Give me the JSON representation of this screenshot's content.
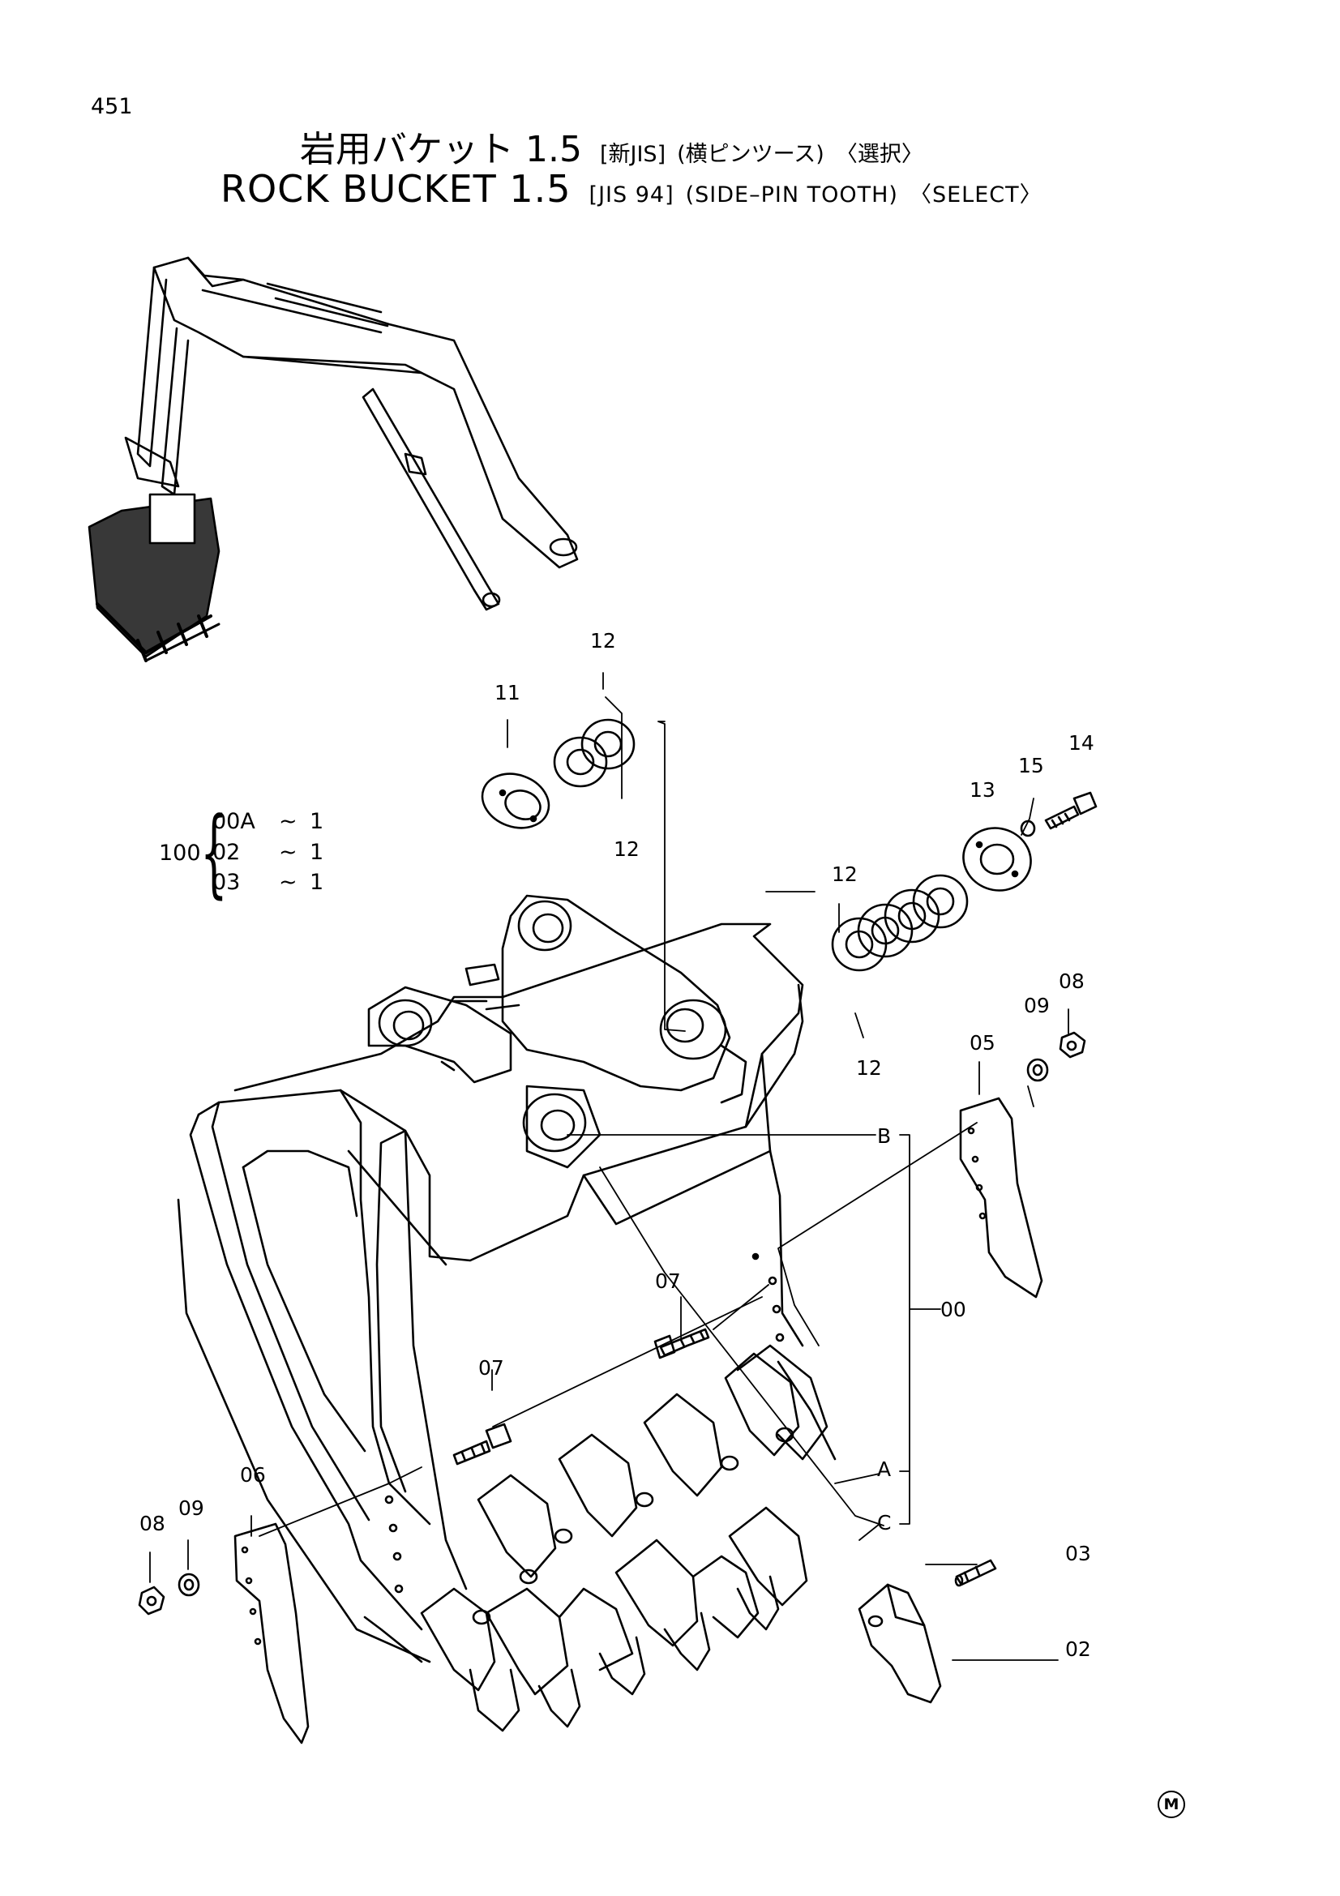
{
  "page_number": "451",
  "title": {
    "ja_main": "岩用バケット 1.5",
    "ja_spec": "[新JIS]",
    "ja_variant": "(横ピンツース)",
    "ja_option": "〈選択〉",
    "en_main": "ROCK BUCKET 1.5",
    "en_spec": "[JIS 94]",
    "en_variant": "(SIDE–PIN TOOTH)",
    "en_option": "〈SELECT〉"
  },
  "kit": {
    "number": "100",
    "brace": "{",
    "rows": [
      {
        "code": "00A",
        "tilde": "~",
        "qty": "1"
      },
      {
        "code": "02",
        "tilde": "~",
        "qty": "1"
      },
      {
        "code": "03",
        "tilde": "~",
        "qty": "1"
      }
    ]
  },
  "callouts": {
    "p11": "11",
    "p12a": "12",
    "p12b": "12",
    "p12c": "12",
    "p12d": "12",
    "p13": "13",
    "p14": "14",
    "p15": "15",
    "p08a": "08",
    "p09a": "09",
    "p05": "05",
    "pB": "B",
    "p00": "00",
    "p07a": "07",
    "p07b": "07",
    "pA": "A",
    "pC": "C",
    "p03": "03",
    "p02": "02",
    "p06": "06",
    "p08b": "08",
    "p09b": "09"
  },
  "footer_mark": "M"
}
